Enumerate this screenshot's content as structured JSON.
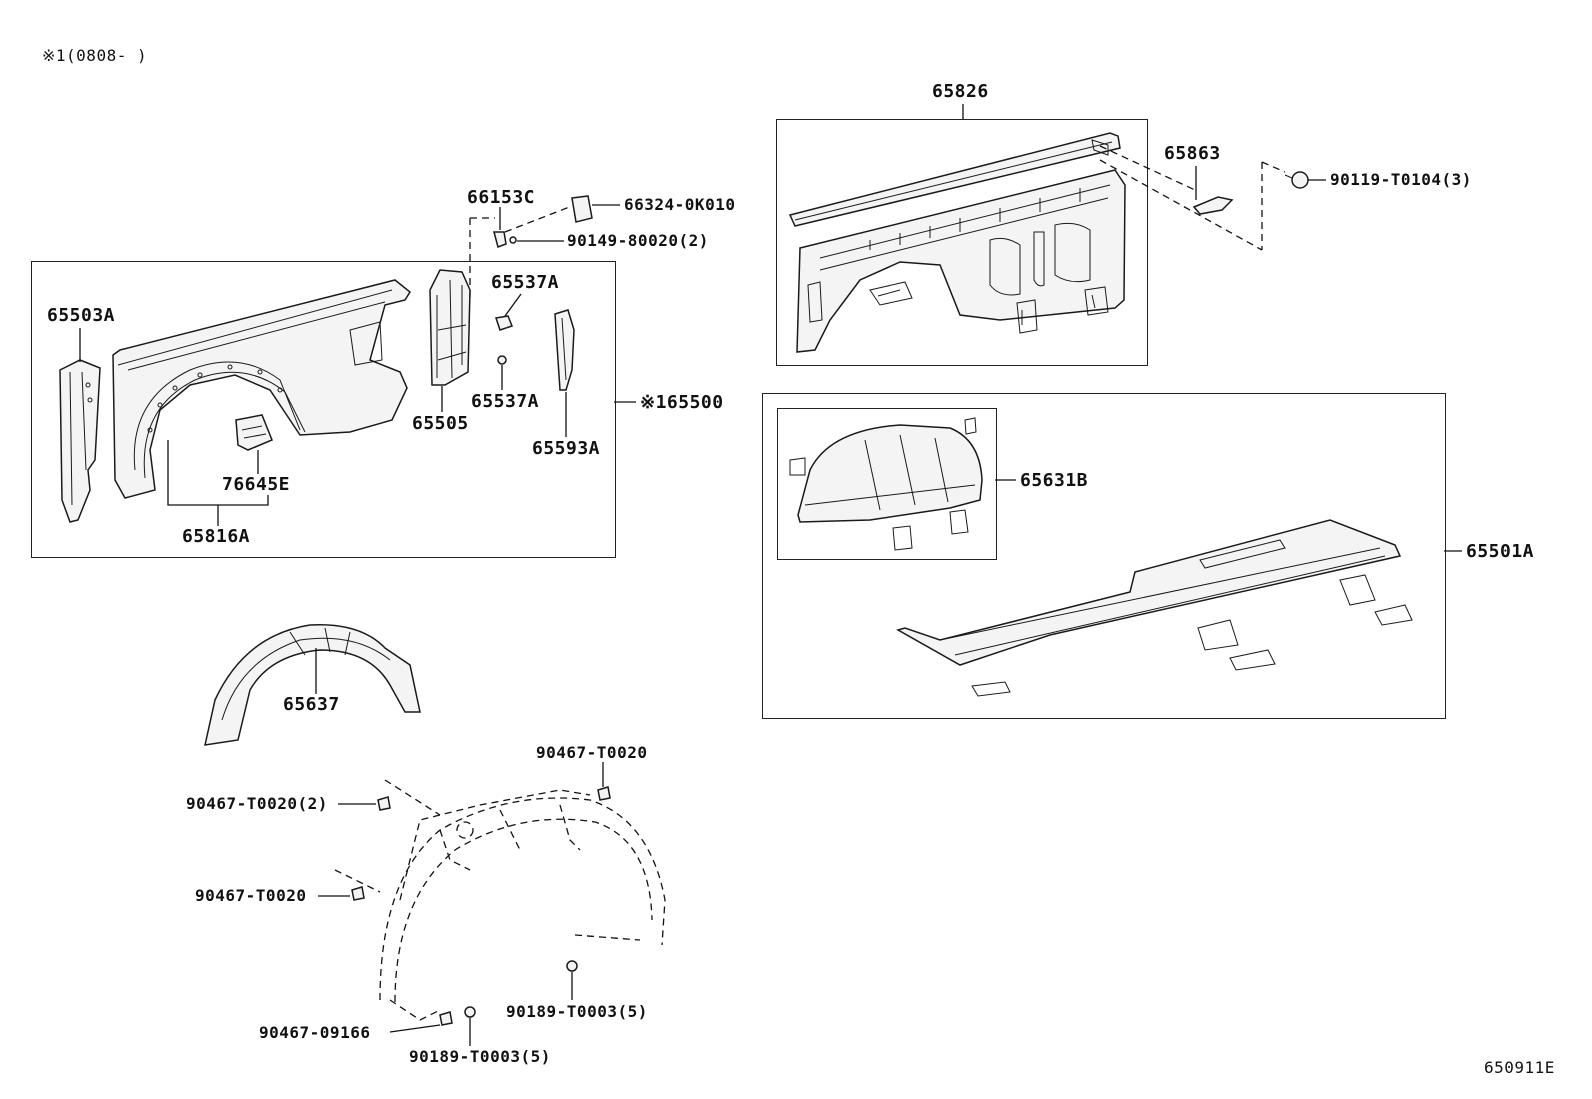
{
  "header_note": "※1(0808-      )",
  "diagram_code": "650911E",
  "parts": {
    "p65826": "65826",
    "p65863": "65863",
    "p90119": "90119-T0104(3)",
    "p66153C": "66153C",
    "p66324": "66324-0K010",
    "p90149": "90149-80020(2)",
    "p65537A_top": "65537A",
    "p65537A_bot": "65537A",
    "p65503A": "65503A",
    "p65505": "65505",
    "p65593A": "65593A",
    "p65500": "※165500",
    "p76645E": "76645E",
    "p65816A": "65816A",
    "p65631B": "65631B",
    "p65501A": "65501A",
    "p65637": "65637",
    "p90467_t": "90467-T0020",
    "p90467_2": "90467-T0020(2)",
    "p90467_m": "90467-T0020",
    "p90467_09": "90467-09166",
    "p90189_r": "90189-T0003(5)",
    "p90189_b": "90189-T0003(5)"
  }
}
